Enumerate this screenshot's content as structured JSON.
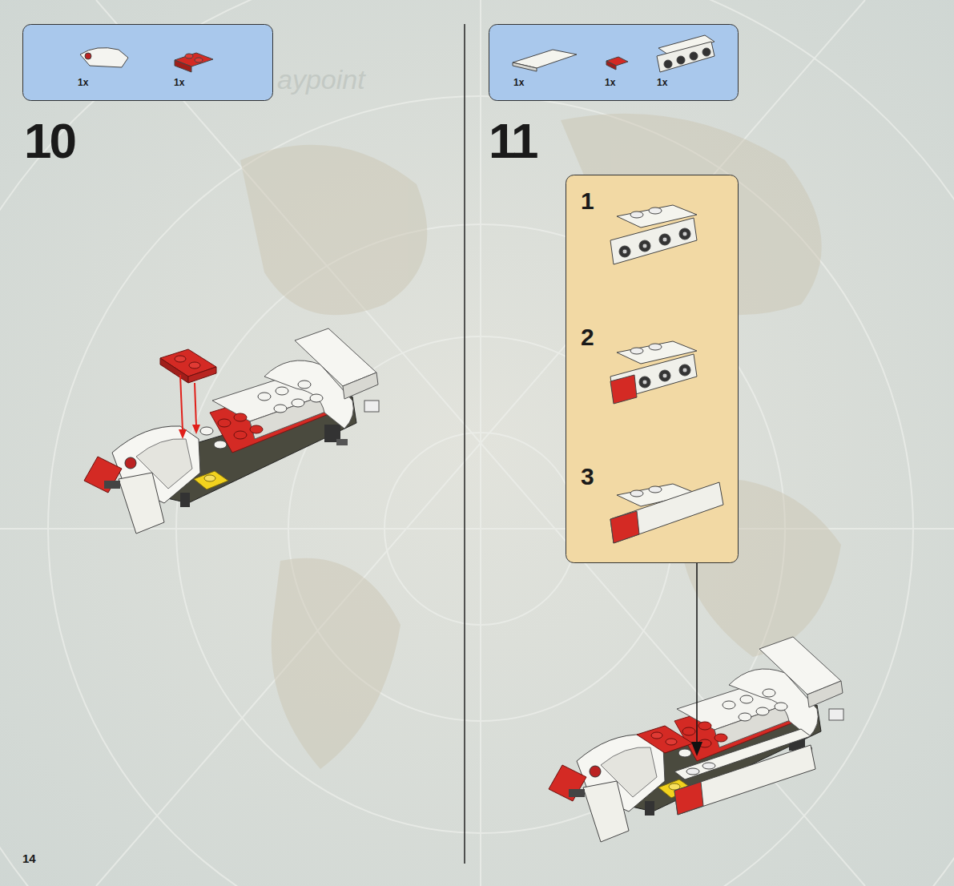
{
  "diagram": {
    "nodes": [
      {
        "text": [
          "1x",
          "1x"
        ]
      },
      {
        "text": [
          "1x",
          "1x",
          "1x"
        ]
      },
      {
        "text": [
          "1",
          "2",
          "3"
        ]
      }
    ],
    "edges": [],
    "labels": [
      "aypoint",
      "10",
      "11",
      "14"
    ]
  }
}
